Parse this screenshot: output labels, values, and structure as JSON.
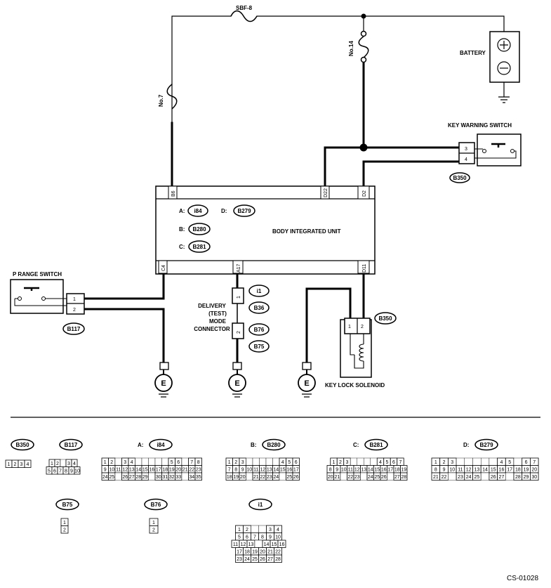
{
  "components": {
    "fuse_sbf8": "SBF-8",
    "fuse_no14": "No.14",
    "fuse_no7": "No.7",
    "battery": "BATTERY",
    "key_warning_switch": "KEY WARNING SWITCH",
    "body_integrated_unit": "BODY INTEGRATED UNIT",
    "p_range_switch": "P RANGE SWITCH",
    "delivery_mode_connector": [
      "DELIVERY",
      "(TEST)",
      "MODE",
      "CONNECTOR"
    ],
    "key_lock_solenoid": "KEY LOCK SOLENOID",
    "ground": "E"
  },
  "unit_connectors": [
    {
      "letter": "A:",
      "code": "i84"
    },
    {
      "letter": "B:",
      "code": "B280"
    },
    {
      "letter": "C:",
      "code": "B281"
    },
    {
      "letter": "D:",
      "code": "B279"
    }
  ],
  "unit_terminals": {
    "b6": "B6",
    "d22": "D22",
    "d2": "D2",
    "c4": "C4",
    "a17": "A17",
    "d11": "D11"
  },
  "connector_tags": {
    "kws": "B350",
    "kls": "B350",
    "prs": "B117",
    "i1": "i1",
    "b36": "B36",
    "b76": "B76",
    "b75": "B75"
  },
  "pins": {
    "kws_top": "3",
    "kws_bottom": "4",
    "prs_top": "1",
    "prs_bottom": "2",
    "dmc_top": "1",
    "dmc_bottom": "2",
    "kls_left": "1",
    "kls_right": "2"
  },
  "connector_views": [
    {
      "label": "",
      "code": "B350",
      "rows": [
        [
          "1",
          "2",
          "3",
          "4"
        ]
      ]
    },
    {
      "label": "",
      "code": "B117",
      "rows": [
        [
          "1",
          "2",
          "",
          "3",
          "4"
        ],
        [
          "5",
          "6",
          "7",
          "8",
          "9",
          "10"
        ]
      ]
    },
    {
      "label": "A:",
      "code": "i84",
      "rows": [
        [
          "1",
          "2",
          "",
          "3",
          "4",
          "",
          "",
          "",
          "",
          "",
          "5",
          "6",
          "",
          "7",
          "8"
        ],
        [
          "9",
          "10",
          "11",
          "12",
          "13",
          "14",
          "15",
          "16",
          "17",
          "18",
          "19",
          "20",
          "21",
          "22",
          "23"
        ],
        [
          "24",
          "25",
          "",
          "26",
          "27",
          "28",
          "29",
          "",
          "30",
          "31",
          "32",
          "33",
          "",
          "34",
          "35"
        ]
      ]
    },
    {
      "label": "B:",
      "code": "B280",
      "rows": [
        [
          "1",
          "2",
          "3",
          "",
          "",
          "",
          "",
          "",
          "4",
          "5",
          "6"
        ],
        [
          "7",
          "8",
          "9",
          "10",
          "11",
          "12",
          "13",
          "14",
          "15",
          "16",
          "17"
        ],
        [
          "18",
          "19",
          "20",
          "",
          "21",
          "22",
          "23",
          "24",
          "",
          "25",
          "26"
        ]
      ]
    },
    {
      "label": "C:",
      "code": "B281",
      "rows": [
        [
          "1",
          "2",
          "3",
          "",
          "",
          "",
          "",
          "4",
          "5",
          "6",
          "7"
        ],
        [
          "8",
          "9",
          "10",
          "11",
          "12",
          "13",
          "14",
          "15",
          "16",
          "17",
          "18",
          "19"
        ],
        [
          "20",
          "21",
          "",
          "22",
          "23",
          "",
          "24",
          "25",
          "26",
          "",
          "27",
          "28"
        ]
      ]
    },
    {
      "label": "D:",
      "code": "B279",
      "rows": [
        [
          "1",
          "2",
          "3",
          "",
          "",
          "",
          "",
          "",
          "4",
          "5",
          "",
          "6",
          "7"
        ],
        [
          "8",
          "9",
          "10",
          "11",
          "12",
          "13",
          "14",
          "15",
          "16",
          "17",
          "18",
          "19",
          "20"
        ],
        [
          "21",
          "22",
          "",
          "23",
          "24",
          "25",
          "",
          "26",
          "27",
          "",
          "28",
          "29",
          "30"
        ]
      ]
    },
    {
      "label": "",
      "code": "B75",
      "rows": [
        [
          "1"
        ],
        [
          "2"
        ]
      ]
    },
    {
      "label": "",
      "code": "B76",
      "rows": [
        [
          "1"
        ],
        [
          "2"
        ]
      ]
    },
    {
      "label": "",
      "code": "i1",
      "rows": [
        [
          "1",
          "2",
          "",
          "",
          "3",
          "4"
        ],
        [
          "5",
          "6",
          "7",
          "8",
          "9",
          "10"
        ],
        [
          "11",
          "12",
          "13",
          "",
          "14",
          "15",
          "16"
        ],
        [
          "17",
          "18",
          "19",
          "20",
          "21",
          "22"
        ],
        [
          "23",
          "24",
          "25",
          "26",
          "27",
          "28"
        ]
      ]
    }
  ],
  "figure_code": "CS-01028"
}
